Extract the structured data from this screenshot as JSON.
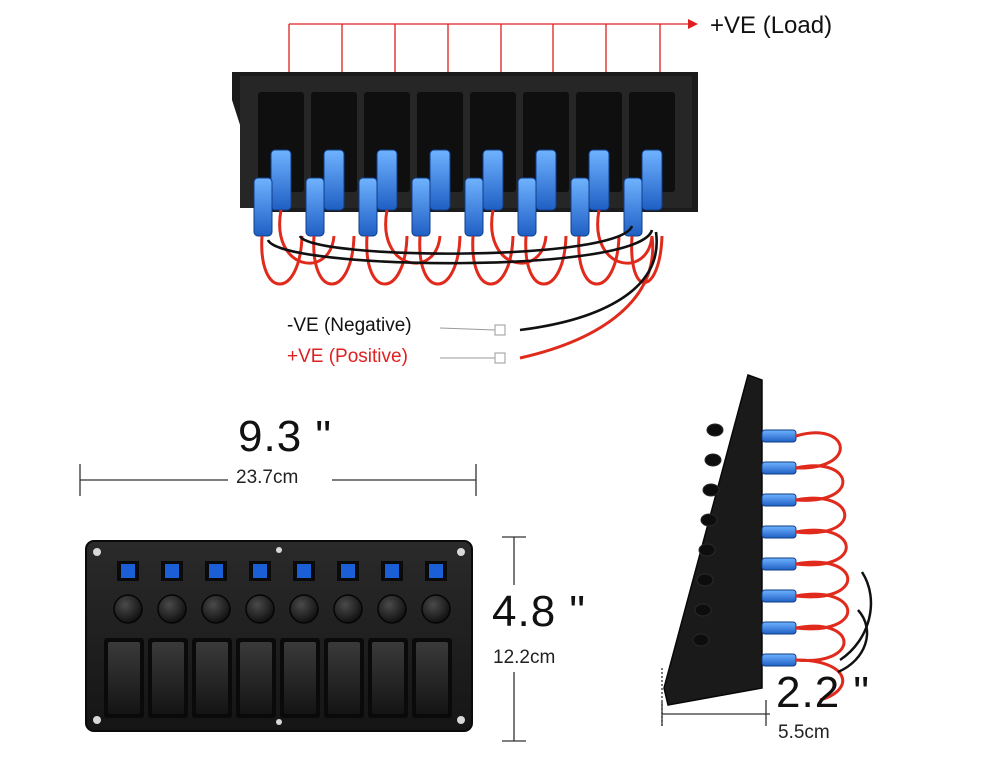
{
  "labels": {
    "positive_load": "+VE  (Load)",
    "negative": "-VE  (Negative)",
    "positive": "+VE  (Positive)"
  },
  "dimensions": {
    "width_in": "9.3 \"",
    "width_cm": "23.7cm",
    "height_in": "4.8 \"",
    "height_cm": "12.2cm",
    "depth_in": "2.2 \"",
    "depth_cm": "5.5cm"
  },
  "panel": {
    "switch_count": 8,
    "led_color": "#1a5fd6",
    "panel_color": "#1e1e1e"
  },
  "colors": {
    "wire_red": "#e02a1c",
    "wire_black": "#111111",
    "connector_blue": "#2f7fd8",
    "annotation_red": "#e02020"
  }
}
